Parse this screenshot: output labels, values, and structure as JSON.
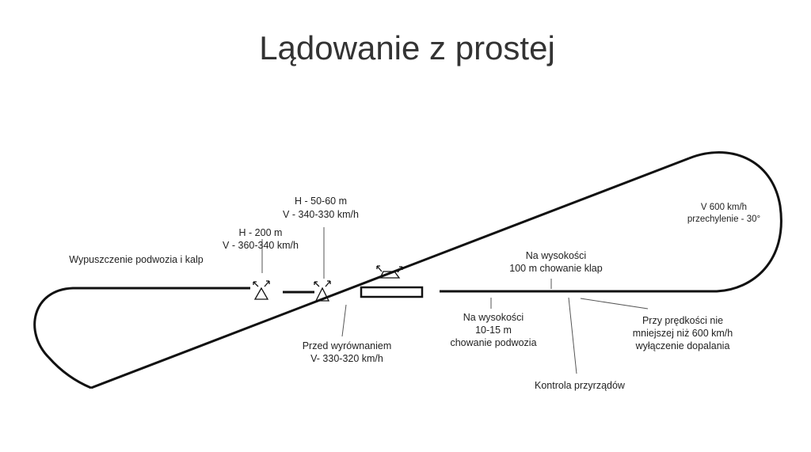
{
  "title": "Lądowanie z prostej",
  "labels": {
    "gear_flaps": "Wypuszczenie podwozia i kalp",
    "h200": [
      "H - 200 m",
      "V - 360-340 km/h"
    ],
    "h50": [
      "H - 50-60 m",
      "V - 340-330 km/h"
    ],
    "before_flare": [
      "Przed wyrównaniem",
      "V- 330-320 km/h"
    ],
    "turn": [
      "V  600 km/h",
      "przechylenie - 30°"
    ],
    "flaps_up": [
      "Na wysokości",
      "100 m chowanie klap"
    ],
    "gear_up": [
      "Na wysokości",
      "10-15 m",
      "chowanie podwozia"
    ],
    "instruments": "Kontrola przyrządów",
    "afterburner": [
      "Przy prędkości nie",
      "mniejszej niż 600 km/h",
      "wyłączenie dopalania"
    ]
  }
}
